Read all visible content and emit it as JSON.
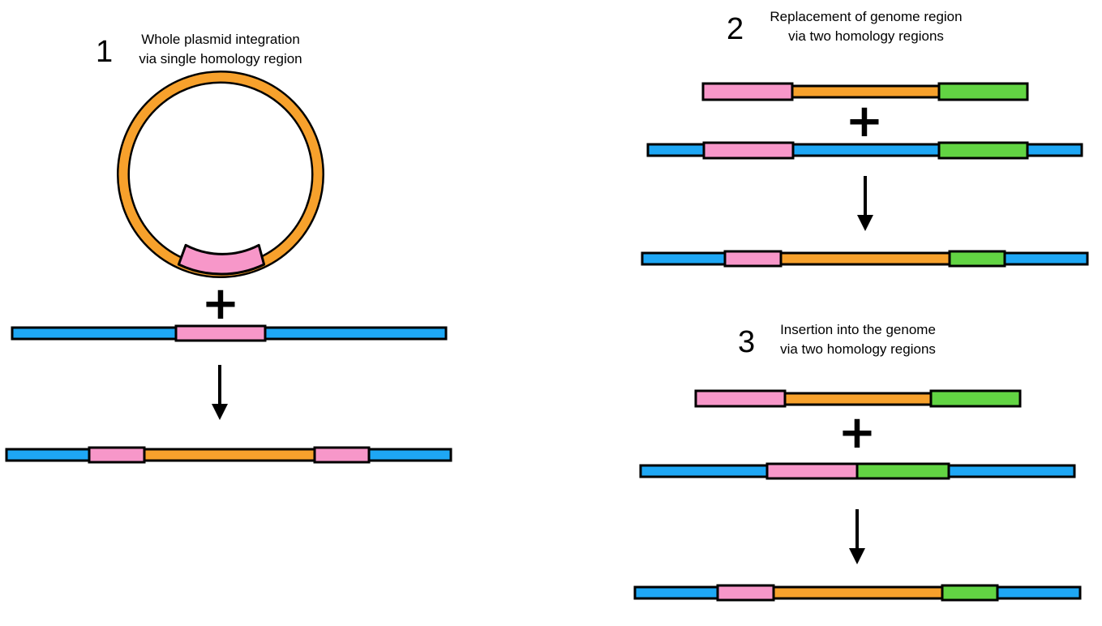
{
  "colors": {
    "plasmid": "#f7a12c",
    "homology_1": "#f797c9",
    "homology_2": "#62d443",
    "genome": "#1ea7f5",
    "outline": "#000000"
  },
  "panels": [
    {
      "number": "1",
      "caption_line1": "Whole plasmid integration",
      "caption_line2": "via single homology region"
    },
    {
      "number": "2",
      "caption_line1": "Replacement of genome region",
      "caption_line2": "via two homology regions"
    },
    {
      "number": "3",
      "caption_line1": "Insertion into the genome",
      "caption_line2": "via two homology regions"
    }
  ],
  "plus_sign": "+"
}
